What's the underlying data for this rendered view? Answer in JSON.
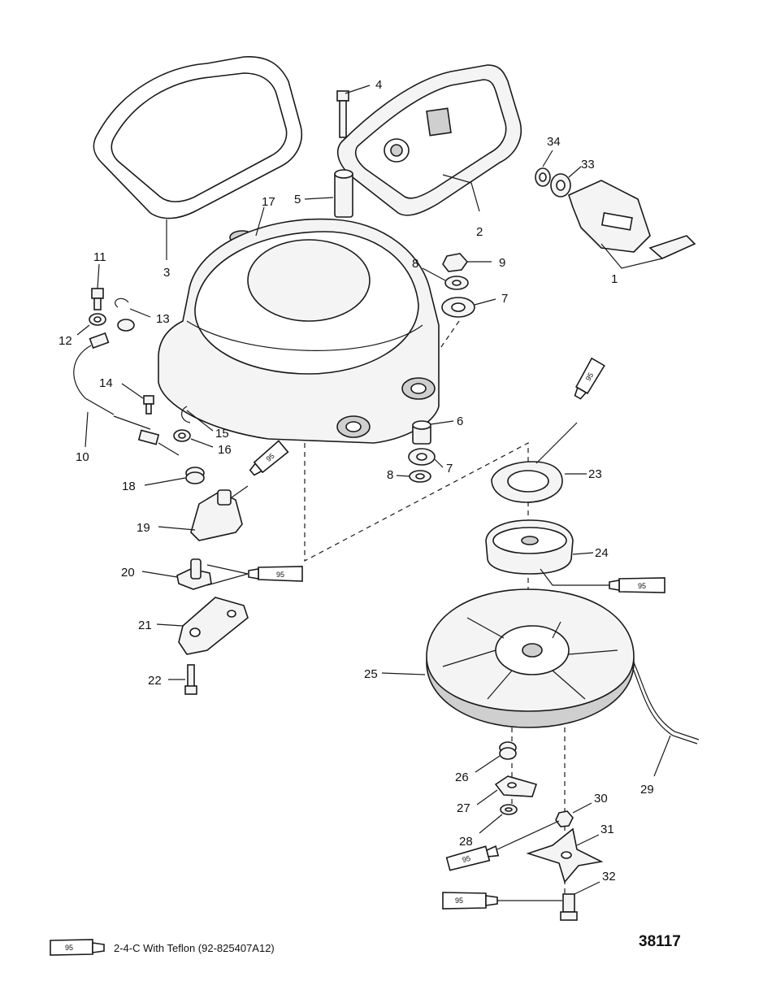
{
  "callouts": {
    "c1": "1",
    "c2": "2",
    "c3": "3",
    "c4": "4",
    "c5": "5",
    "c6": "6",
    "c7": "7",
    "c8": "8",
    "c9": "9",
    "c10": "10",
    "c11": "11",
    "c12": "12",
    "c13": "13",
    "c14": "14",
    "c15": "15",
    "c16": "16",
    "c17": "17",
    "c18": "18",
    "c19": "19",
    "c20": "20",
    "c21": "21",
    "c22": "22",
    "c23": "23",
    "c24": "24",
    "c25": "25",
    "c26": "26",
    "c27": "27",
    "c28": "28",
    "c29": "29",
    "c30": "30",
    "c31": "31",
    "c32": "32",
    "c33": "33",
    "c34": "34"
  },
  "lubricant_code": "95",
  "legend": {
    "text": "2-4-C  With Teflon (92-825407A12)"
  },
  "drawing_number": "38117"
}
